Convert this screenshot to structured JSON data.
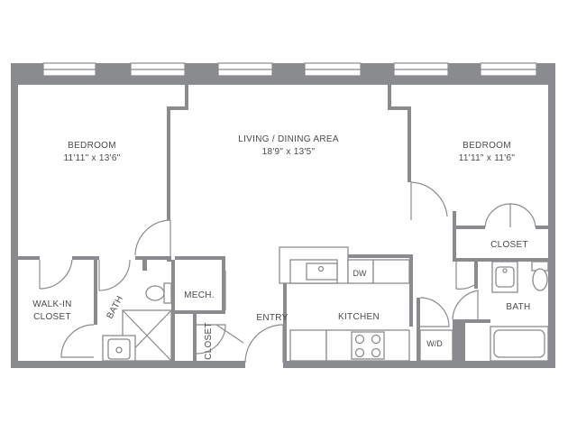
{
  "rooms": {
    "bedroom_left": {
      "name": "BEDROOM",
      "dims": "11'11\" x 13'6\""
    },
    "living": {
      "name": "LIVING / DINING AREA",
      "dims": "18'9\" x 13'5\""
    },
    "bedroom_right": {
      "name": "BEDROOM",
      "dims": "11'11\" x 11'6\""
    },
    "closet_right": {
      "name": "CLOSET"
    },
    "walk_in": {
      "line1": "WALK-IN",
      "line2": "CLOSET"
    },
    "bath_left": {
      "name": "BATH"
    },
    "mech": {
      "name": "MECH."
    },
    "closet_entry": {
      "name": "CLOSET"
    },
    "entry": {
      "name": "ENTRY"
    },
    "kitchen": {
      "name": "KITCHEN"
    },
    "dishwasher": {
      "name": "DW"
    },
    "washer_dryer": {
      "name": "W/D"
    },
    "bath_right": {
      "name": "BATH"
    }
  },
  "colors": {
    "wall": "#8a8b8e",
    "text": "#4a4a4d",
    "background": "#ffffff"
  }
}
